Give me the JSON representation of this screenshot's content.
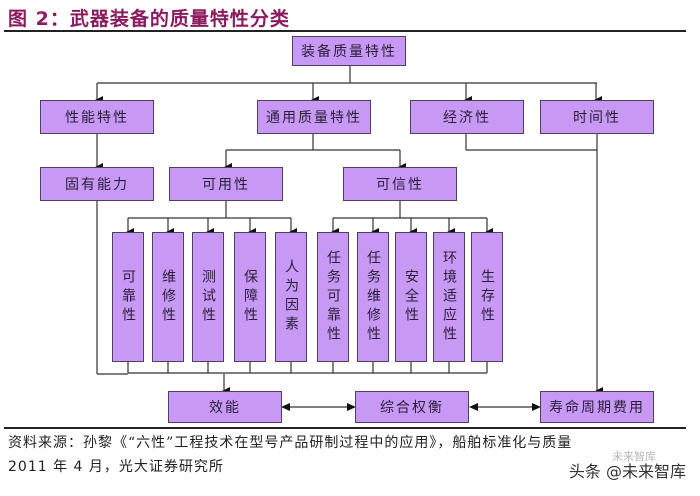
{
  "figure": {
    "title": "图 2：武器装备的质量特性分类"
  },
  "diagram": {
    "root": "装备质量特性",
    "level1": [
      "性能特性",
      "通用质量特性",
      "经济性",
      "时间性"
    ],
    "inherent": "固有能力",
    "availability": "可用性",
    "dependability": "可信性",
    "availability_children": [
      "可靠性",
      "维修性",
      "测试性",
      "保障性",
      "人为因素"
    ],
    "dependability_children": [
      "任务可靠性",
      "任务维修性",
      "安全性",
      "环境适应性",
      "生存性"
    ],
    "bottom": [
      "效能",
      "综合权衡",
      "寿命周期费用"
    ]
  },
  "colors": {
    "box_fill": "#c899f4",
    "box_border": "#4d3f5e",
    "title": "#8b1a5e"
  },
  "source": {
    "line1": "资料来源：孙黎《“六性”工程技术在型号产品研制过程中的应用》，船舶标准化与质量",
    "line2": "2011 年 4 月，光大证券研究所"
  },
  "watermark": {
    "text": "头条 @未来智库",
    "faint": "未来智库"
  }
}
